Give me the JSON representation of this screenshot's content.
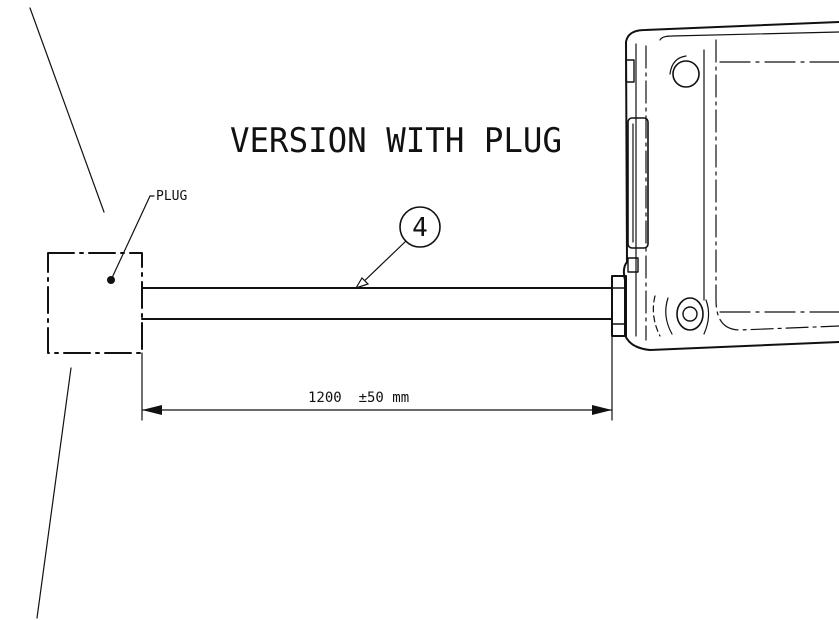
{
  "title": "VERSION WITH PLUG",
  "plug_label": "PLUG",
  "callout_number": "4",
  "dimension_label": "1200  ±50 mm",
  "colors": {
    "ink": "#111111",
    "background": "#ffffff"
  }
}
